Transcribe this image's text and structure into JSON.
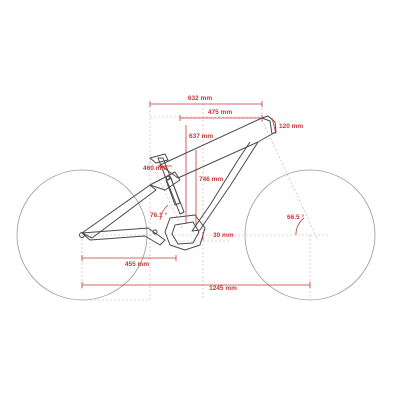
{
  "diagram": {
    "colors": {
      "frame": "#4a4a4a",
      "wheel": "#9a9a9a",
      "dimension": "#c9363a",
      "guide": "#d6a3a5",
      "background": "#ffffff"
    },
    "dimensions": {
      "reach_top": "632 mm",
      "reach": "475 mm",
      "head_tube": "120 mm",
      "stack": "637 mm",
      "seat_tube": "460 mm",
      "frame_height": "746 mm",
      "seat_angle": "76.1 °",
      "head_angle": "66.5 °",
      "bb_drop": "30 mm",
      "chainstay": "455 mm",
      "wheelbase": "1245 mm"
    }
  }
}
